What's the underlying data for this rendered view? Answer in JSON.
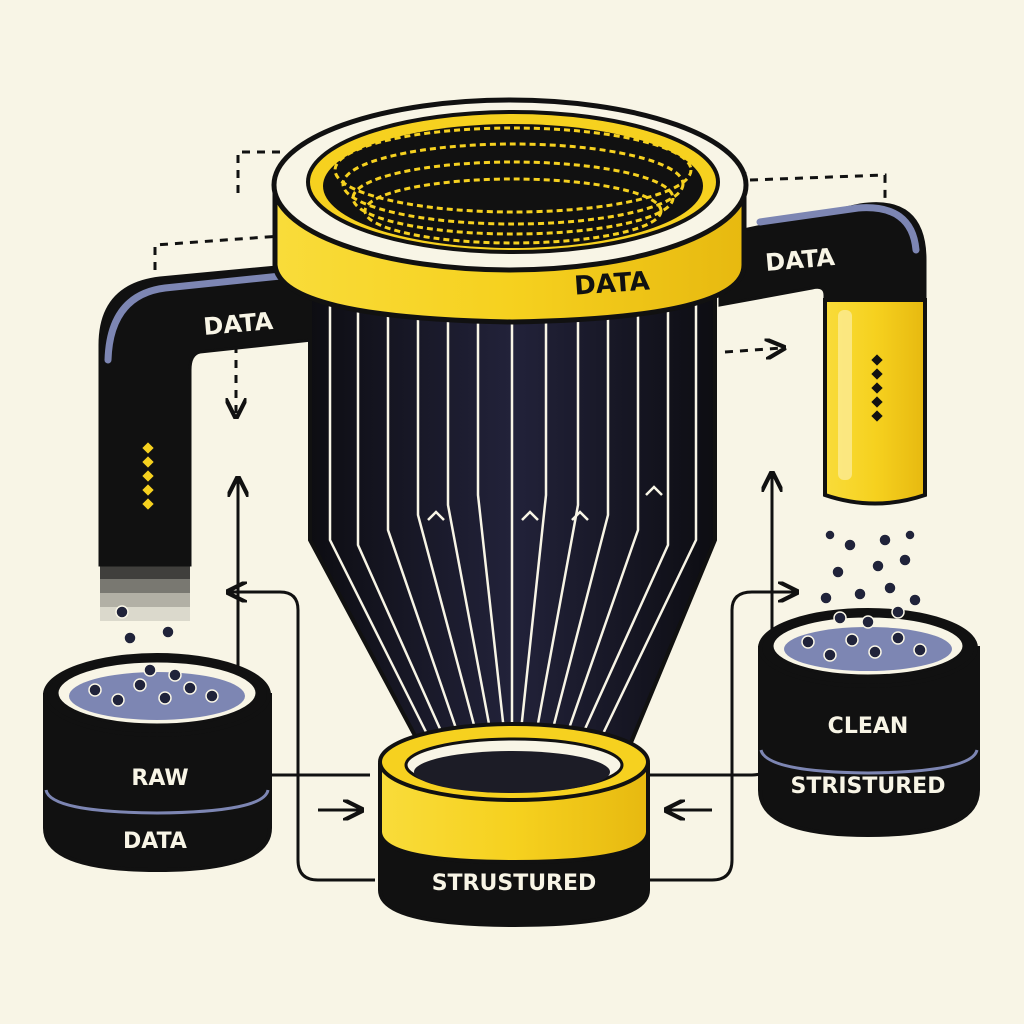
{
  "labels": {
    "funnel_rim": "DATA",
    "pipe_left": "DATA",
    "pipe_right": "DATA",
    "raw_top": "RAW",
    "raw_bottom": "DATA",
    "clean_top": "CLEAN",
    "clean_bottom": "STRISTURED",
    "bottom_container": "STRUSTURED"
  },
  "colors": {
    "background": "#f8f5e6",
    "yellow": "#f6d11f",
    "black": "#111111",
    "slate": "#7d86b3",
    "dot": "#20233a"
  }
}
